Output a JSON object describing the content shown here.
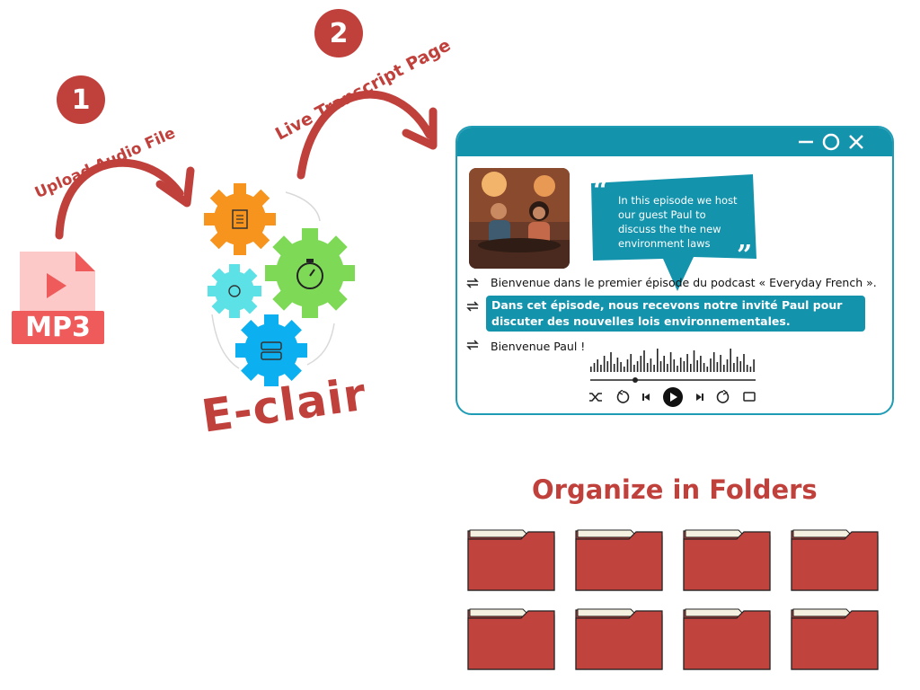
{
  "steps": [
    {
      "number": "1",
      "label": "Upload Audio File"
    },
    {
      "number": "2",
      "label": "Live Transcript Page"
    }
  ],
  "file_label": "MP3",
  "brand": "E-clair",
  "transcript": {
    "bubble": "In this episode we host our guest Paul to discuss the the new environment laws",
    "lines": [
      "Bienvenue dans le premier épisode du podcast « Everyday French ».",
      "Dans cet épisode, nous recevons notre invité Paul pour discuter des nouvelles lois environnementales.",
      "Bienvenue Paul !"
    ]
  },
  "organize_title": "Organize in Folders",
  "colors": {
    "accent": "#c0403c",
    "teal": "#1493ad",
    "folder": "#c1433d"
  },
  "icons": [
    "minimize-icon",
    "maximize-icon",
    "close-icon",
    "shuffle-icon",
    "replay-icon",
    "skip-back-icon",
    "play-icon",
    "skip-forward-icon",
    "repeat-icon",
    "captions-icon"
  ]
}
